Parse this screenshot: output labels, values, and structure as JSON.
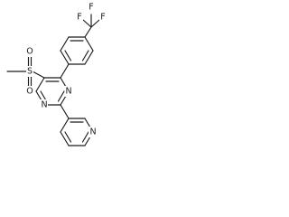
{
  "molecule": {
    "atoms": {
      "f_top": "F",
      "f_left": "F",
      "f_right": "F",
      "s": "S",
      "o_upper": "O",
      "o_lower": "O",
      "n_pyrimidine_upper": "N",
      "n_pyrimidine_lower": "N",
      "n_pyridine": "N"
    }
  }
}
